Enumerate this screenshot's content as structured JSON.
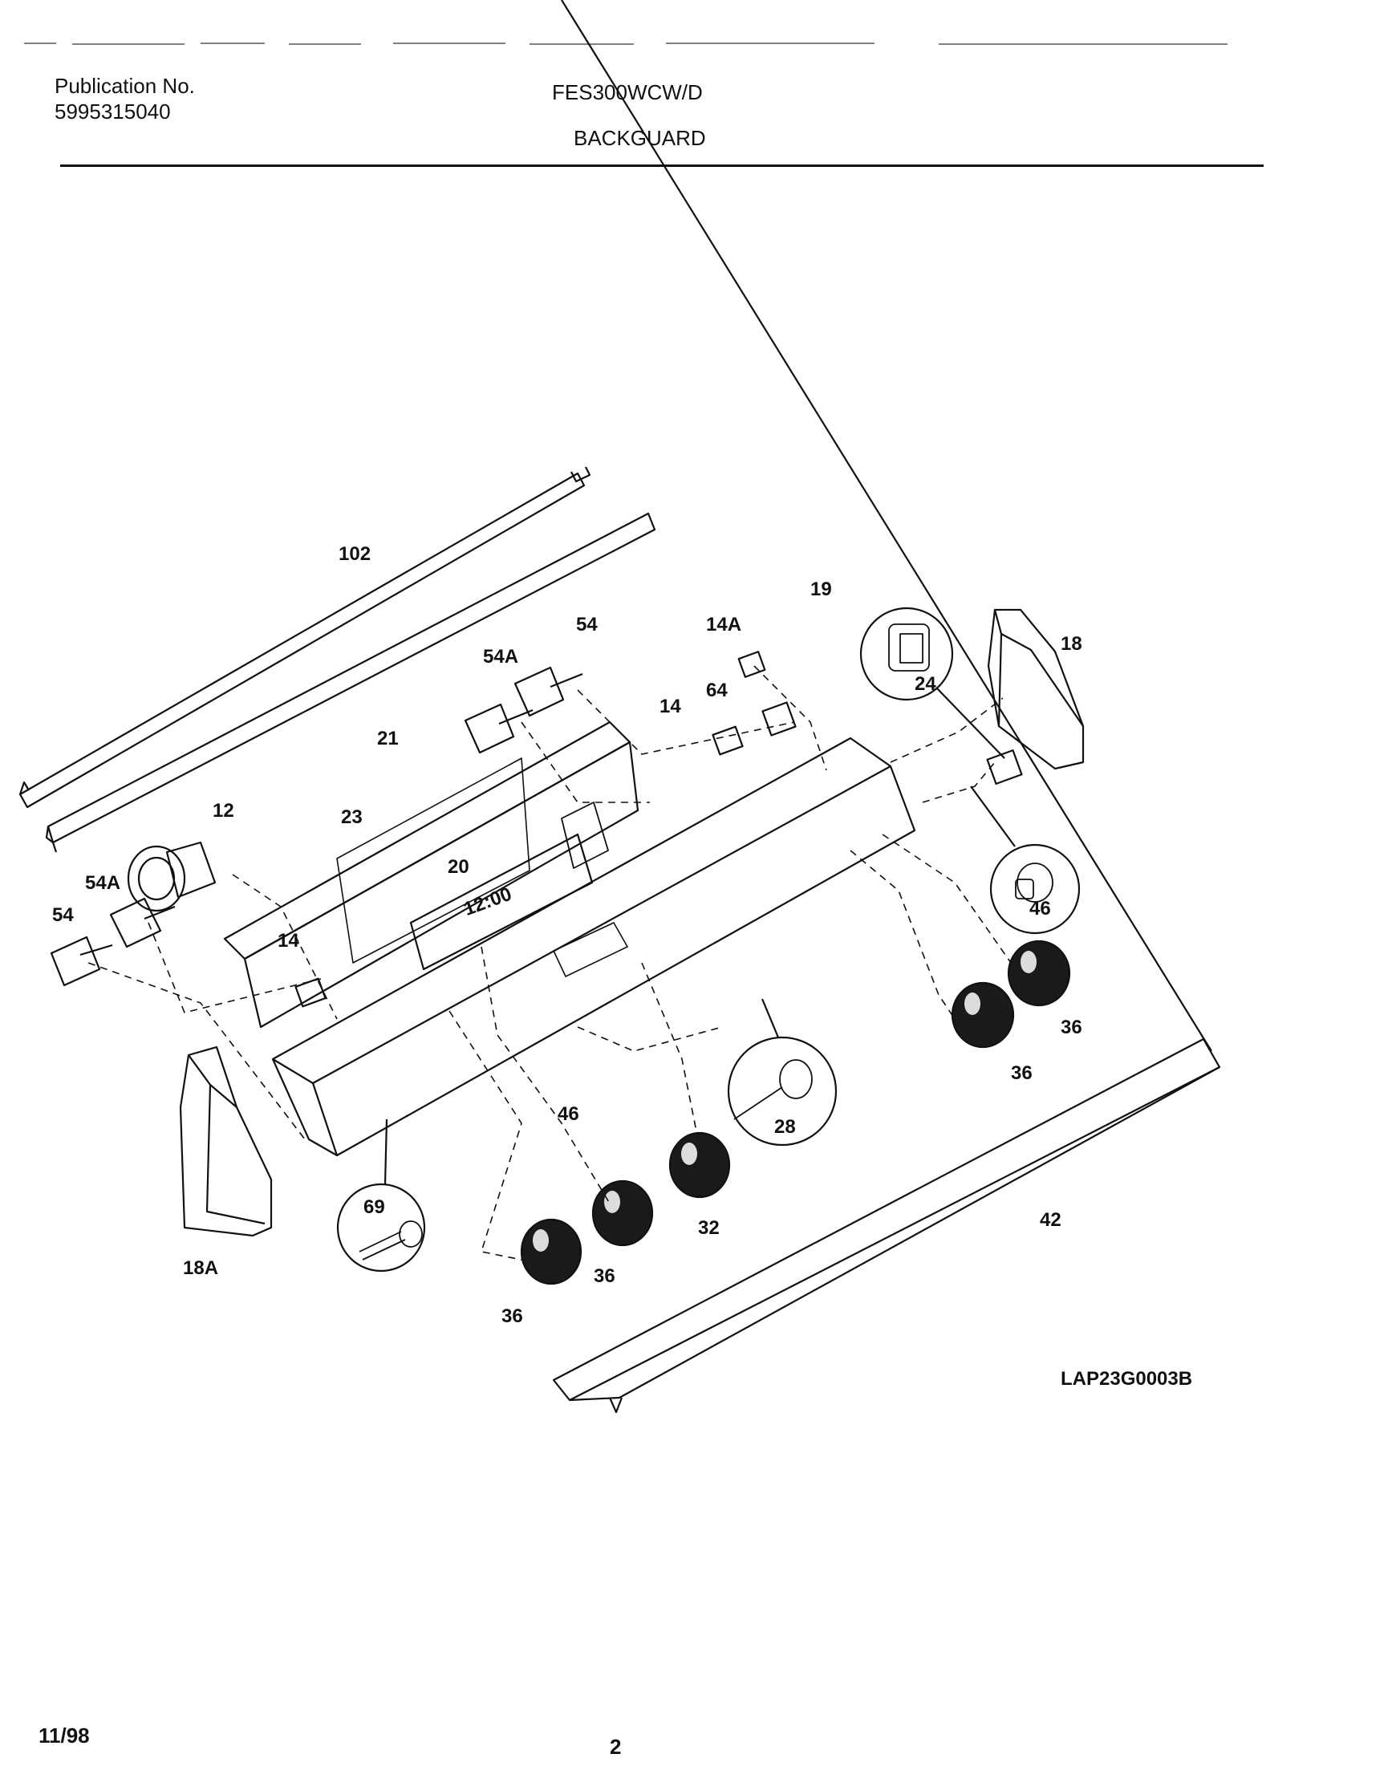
{
  "header": {
    "publication_label": "Publication No.",
    "publication_number": "5995315040",
    "model": "FES300WCW/D",
    "section_title": "BACKGUARD"
  },
  "diagram": {
    "drawing_code": "LAP23G0003B",
    "clock_text": "12:00",
    "callouts": [
      "102",
      "21",
      "54",
      "54A",
      "14A",
      "19",
      "24",
      "18",
      "64",
      "14",
      "12",
      "23",
      "20",
      "54A",
      "54",
      "14",
      "46",
      "36",
      "36",
      "28",
      "46",
      "69",
      "32",
      "36",
      "36",
      "18A",
      "42"
    ]
  },
  "footer": {
    "date": "11/98",
    "page_number": "2"
  }
}
